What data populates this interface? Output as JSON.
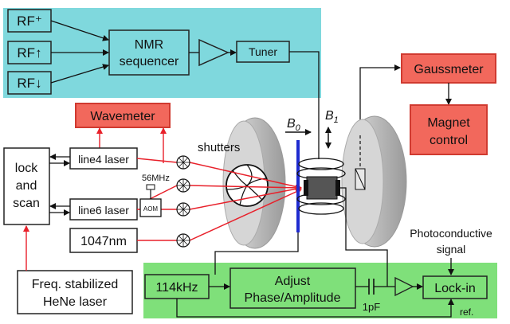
{
  "colors": {
    "nmr_region": "#7fd8dd",
    "detection_region": "#7fe07a",
    "red_box": "#f2685c",
    "red_box_border": "#d03a30",
    "laser_line": "#e8202a",
    "blue_electrode": "#1f2bd0",
    "magnet_gray": "#c8c8c8"
  },
  "labels": {
    "rf_plus": "RF⁺",
    "rf_up": "RF↑",
    "rf_down": "RF↓",
    "nmr_line1": "NMR",
    "nmr_line2": "sequencer",
    "tuner": "Tuner",
    "gaussmeter": "Gaussmeter",
    "magnet_line1": "Magnet",
    "magnet_line2": "control",
    "wavemeter": "Wavemeter",
    "lock_line1": "lock",
    "lock_line2": "and",
    "lock_line3": "scan",
    "line4": "line4 laser",
    "line6": "line6 laser",
    "laser1047": "1047nm",
    "heNe_line1": "Freq. stabilized",
    "heNe_line2": "HeNe laser",
    "shutters": "shutters",
    "aom_freq": "56MHz",
    "aom": "AOM",
    "b0": "B",
    "b0_sub": "0",
    "b1": "B",
    "b1_sub": "1",
    "photo_line1": "Photoconductive",
    "photo_line2": "signal",
    "osc": "114kHz",
    "adjust_line1": "Adjust",
    "adjust_line2": "Phase/Amplitude",
    "cap": "1pF",
    "lockin": "Lock-in",
    "ref": "ref."
  }
}
